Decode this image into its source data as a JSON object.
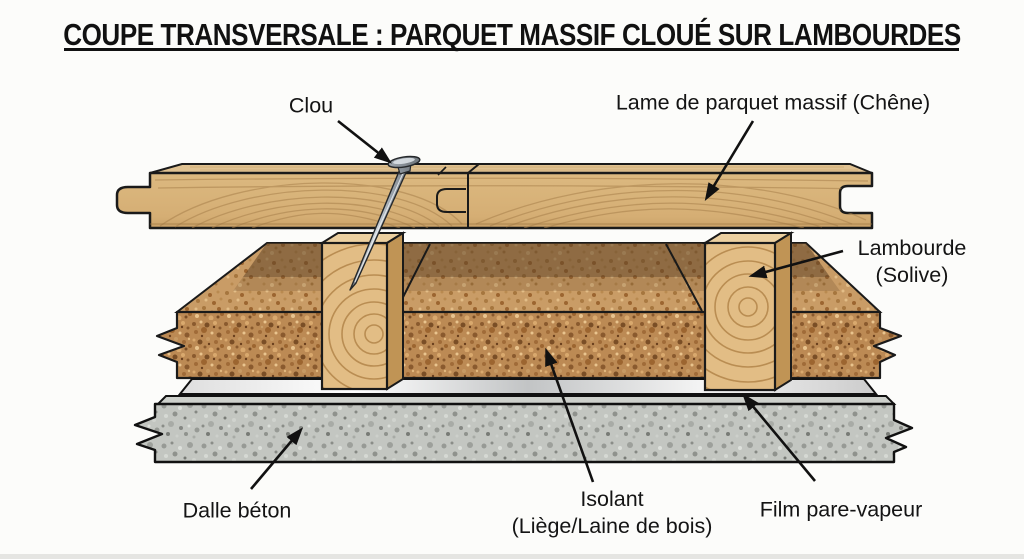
{
  "title": "COUPE TRANSVERSALE : PARQUET MASSIF CLOUÉ SUR LAMBOURDES",
  "labels": {
    "clou": "Clou",
    "lame": "Lame de parquet massif (Chêne)",
    "lambourde_line1": "Lambourde",
    "lambourde_line2": "(Solive)",
    "dalle": "Dalle béton",
    "isolant_line1": "Isolant",
    "isolant_line2": "(Liège/Laine de bois)",
    "film": "Film pare-vapeur"
  },
  "colors": {
    "outline": "#1a1a1a",
    "oak_wood": "#d8b37c",
    "oak_wood_top": "#e0c292",
    "joist_wood": "#e2bd85",
    "cork_insulation": "#bc8a54",
    "cork_shadow": "#5f4426",
    "vapor_film": "#e9e9e9",
    "concrete": "#c3c6c1",
    "nail_steel": "#aab2ba"
  }
}
